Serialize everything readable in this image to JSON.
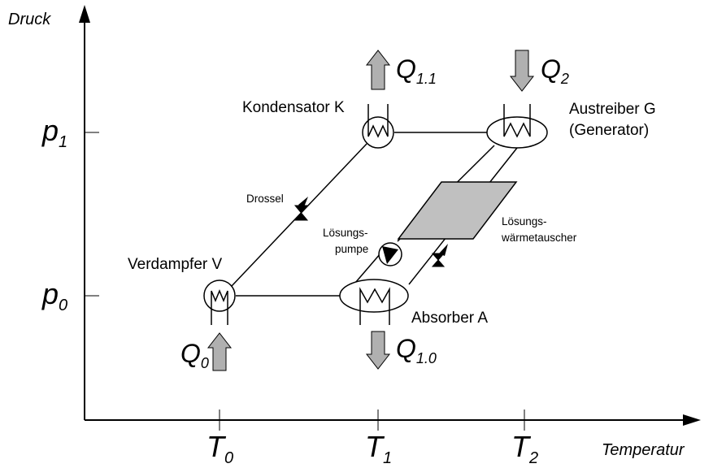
{
  "axes": {
    "y_title": "Druck",
    "x_title": "Temperatur",
    "y_ticks": [
      {
        "symbol": "p",
        "sub": "1"
      },
      {
        "symbol": "p",
        "sub": "0"
      }
    ],
    "x_ticks": [
      {
        "symbol": "T",
        "sub": "0"
      },
      {
        "symbol": "T",
        "sub": "1"
      },
      {
        "symbol": "T",
        "sub": "2"
      }
    ]
  },
  "components": {
    "kondensator": "Kondensator K",
    "austreiber": "Austreiber G",
    "generator": "(Generator)",
    "verdampfer": "Verdampfer V",
    "absorber": "Absorber A",
    "drossel": "Drossel",
    "pumpe_line1": "Lösungs-",
    "pumpe_line2": "pumpe",
    "wt_line1": "Lösungs-",
    "wt_line2": "wärmetauscher"
  },
  "heat_flows": {
    "q11": {
      "symbol": "Q",
      "sub": "1.1"
    },
    "q2": {
      "symbol": "Q",
      "sub": "2"
    },
    "q0": {
      "symbol": "Q",
      "sub": "0"
    },
    "q10": {
      "symbol": "Q",
      "sub": "1.0"
    }
  },
  "colors": {
    "line": "#000000",
    "arrow_fill": "#b0b0b0",
    "exchanger_fill": "#c0c0c0"
  }
}
